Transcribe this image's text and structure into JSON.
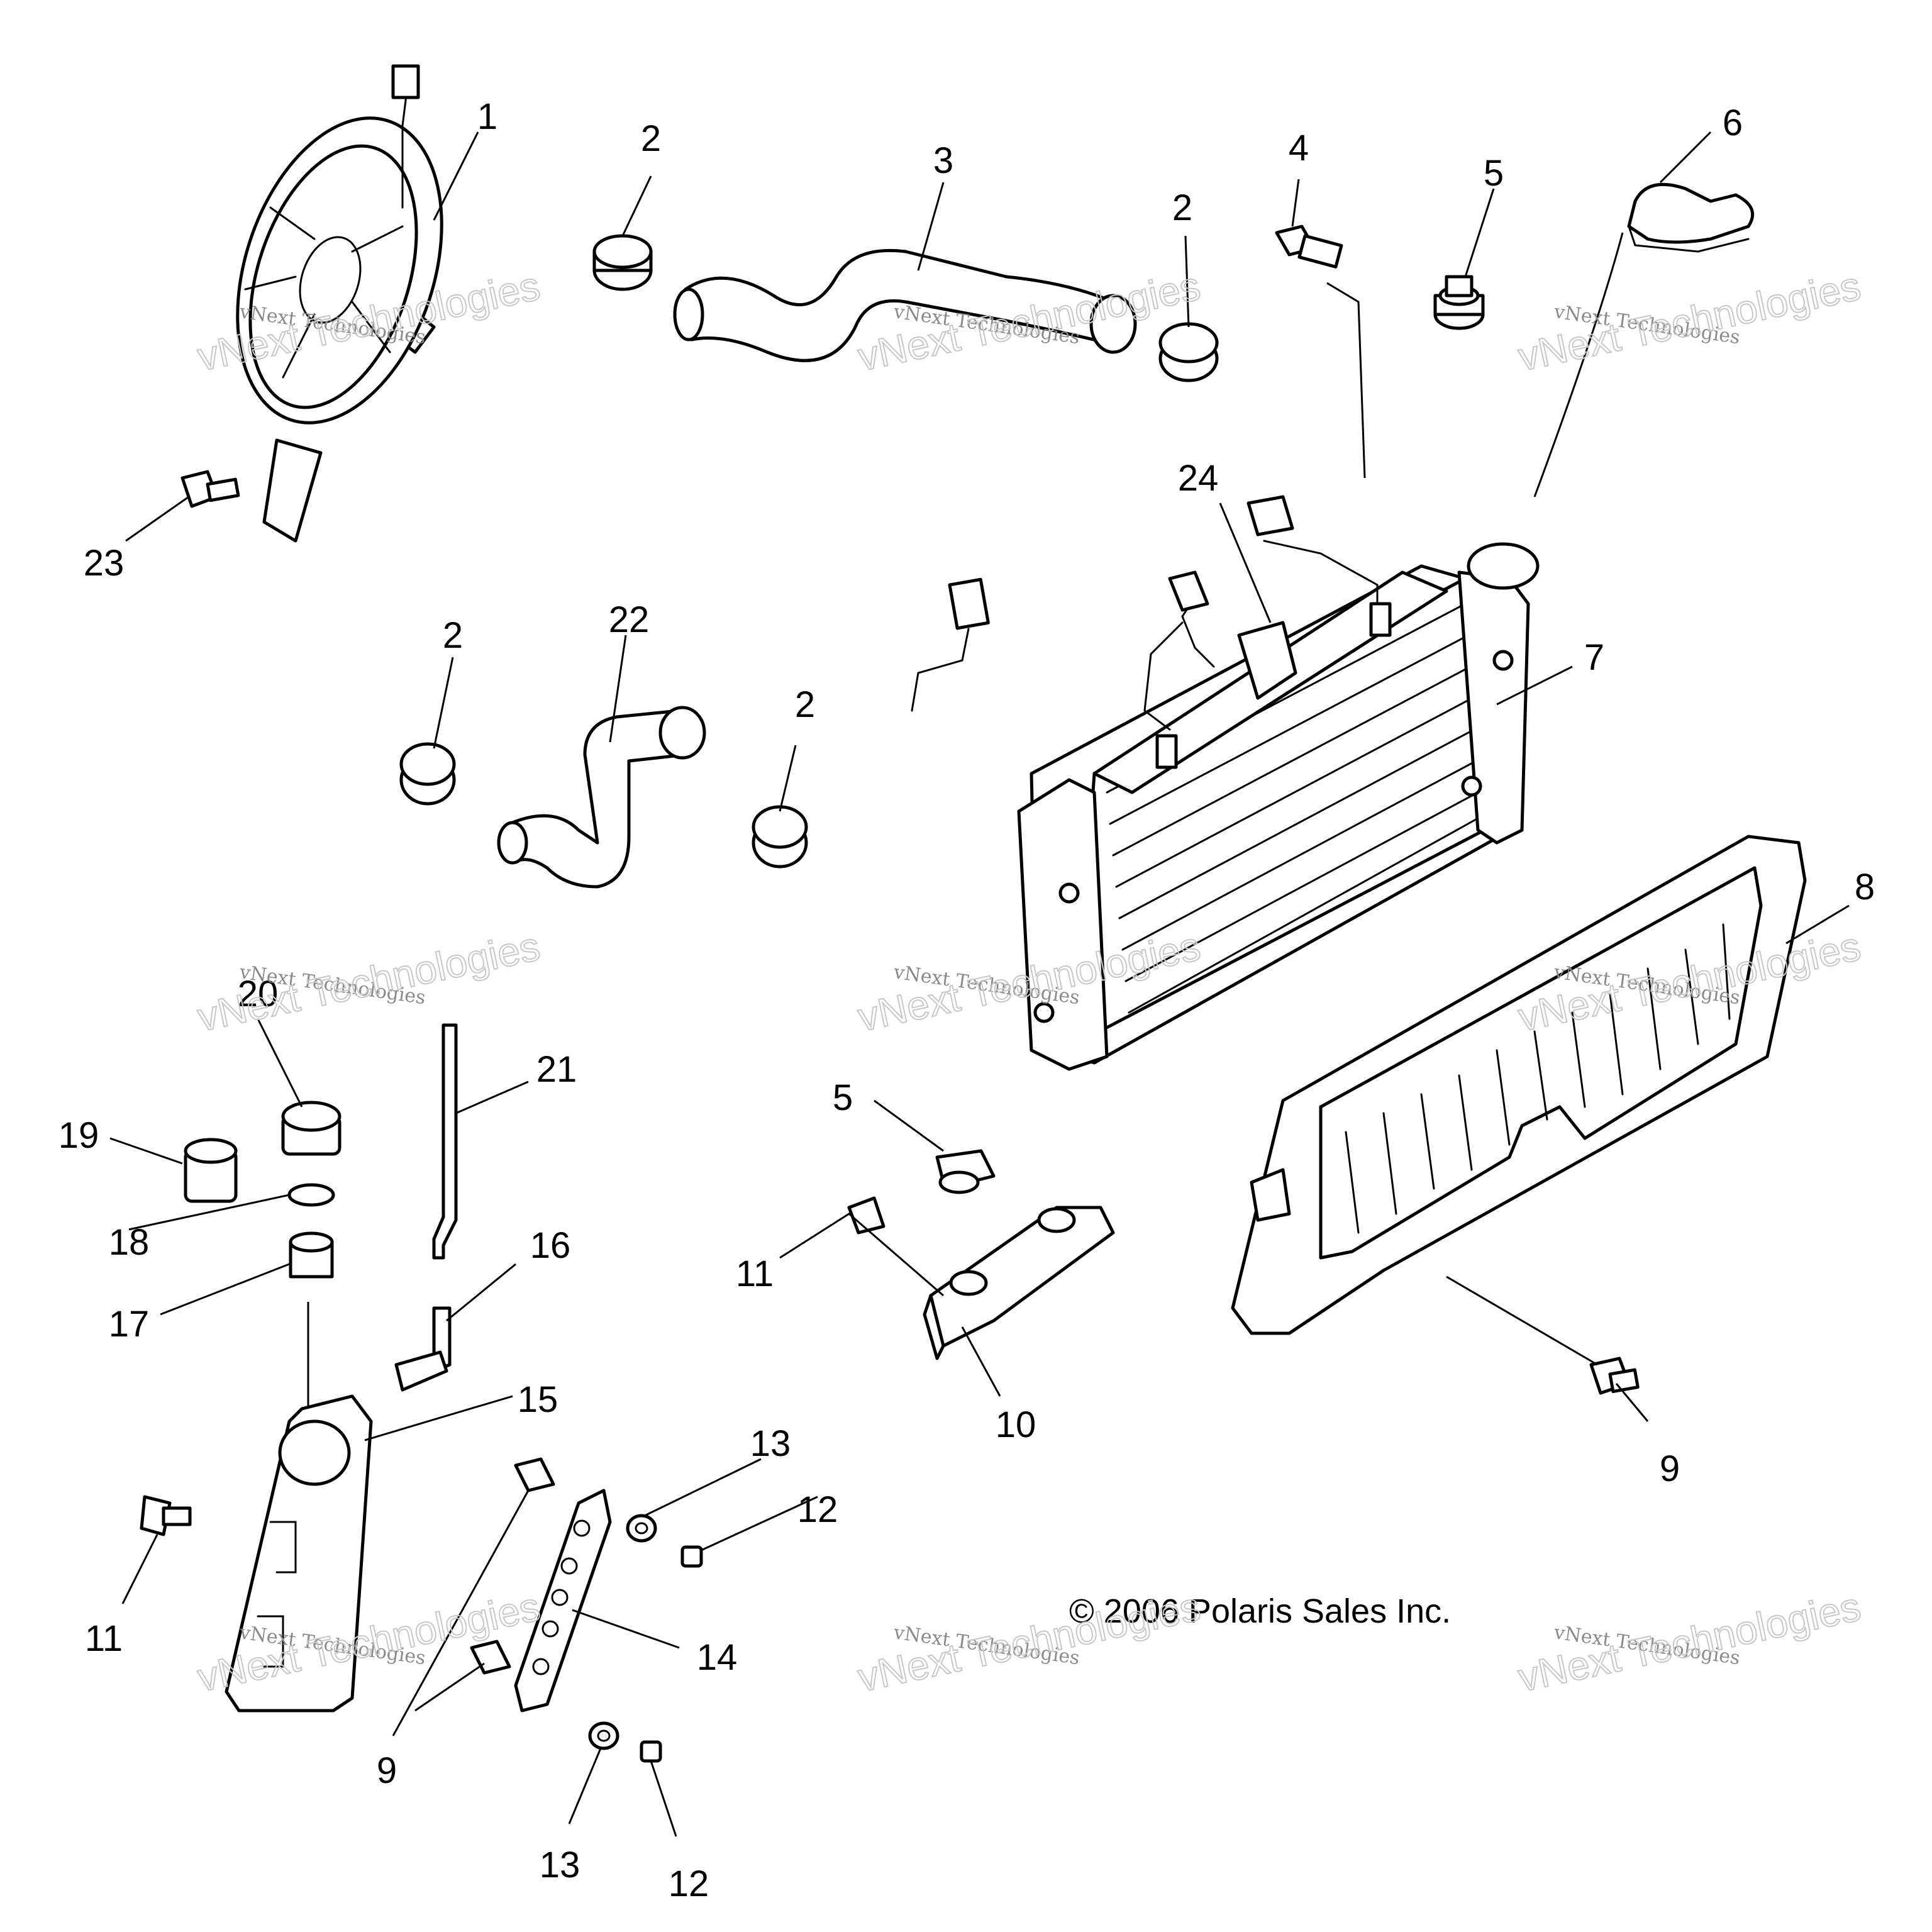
{
  "callouts": [
    "1",
    "2",
    "3",
    "2",
    "4",
    "5",
    "6",
    "23",
    "24",
    "2",
    "22",
    "2",
    "7",
    "8",
    "20",
    "21",
    "19",
    "18",
    "17",
    "16",
    "15",
    "5",
    "11",
    "10",
    "9",
    "13",
    "12",
    "11",
    "14",
    "9",
    "13",
    "12"
  ],
  "copyright": "© 2006 Polaris Sales Inc.",
  "watermark": {
    "line1": "vNext Technologies",
    "line2": "vNext Technologies"
  }
}
